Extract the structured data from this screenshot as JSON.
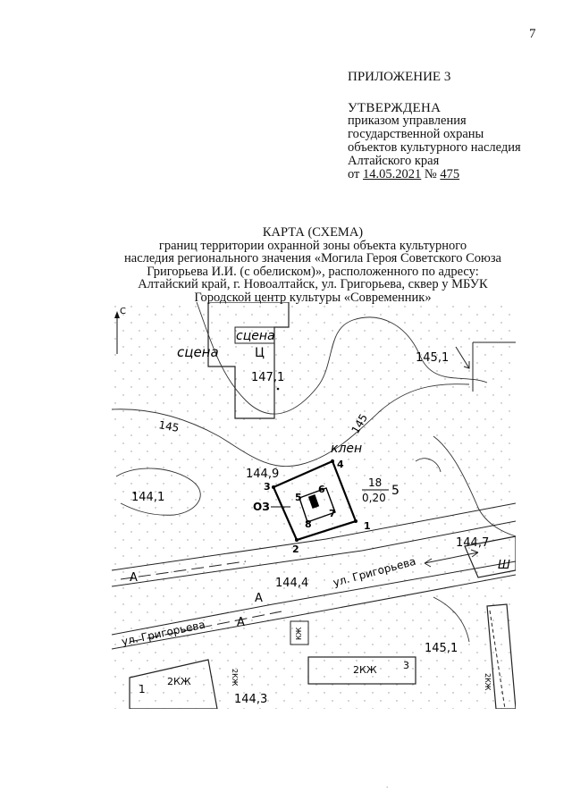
{
  "page": {
    "number": "7"
  },
  "header": {
    "appendix": "ПРИЛОЖЕНИЕ 3",
    "approved": "УТВЕРЖДЕНА",
    "order_lines": [
      "приказом управления",
      "государственной охраны",
      "объектов культурного наследия",
      "Алтайского края"
    ],
    "date_prefix": "от",
    "date": "14.05.2021",
    "number_prefix": "№",
    "number": "475"
  },
  "title": {
    "heading": "КАРТА (СХЕМА)",
    "lines": [
      "границ территории охранной зоны объекта культурного",
      "наследия регионального значения «Могила Героя Советского Союза",
      "Григорьева И.И. (с обелиском)», расположенного по адресу:",
      "Алтайский край, г. Новоалтайск, ул. Григорьева, сквер у МБУК",
      "Городской центр культуры «Современник»"
    ]
  },
  "map": {
    "north": "С",
    "labels": {
      "stage_top": "сцена",
      "stage_left": "сцена",
      "building_code": "Ц",
      "h_147_1": "147,1",
      "h_145_1_top": "145,1",
      "contour_145_left": "145",
      "contour_145_right": "145",
      "maple": "клен",
      "h_144_9": "144,9",
      "h_144_1": "144,1",
      "h_144_7": "144,7",
      "h_144_4": "144,4",
      "h_145_1_bottom": "145,1",
      "h_144_3": "144,3",
      "street_right": "ул. Григорьева",
      "street_left": "ул. Григорьева",
      "zone": "ОЗ",
      "fraction_top": "18",
      "fraction_bottom": "0,20",
      "fraction_index": "5",
      "bld_2kzh_a": "2КЖ",
      "bld_2kzh_b": "2КЖ",
      "bld_2kzh_c": "2КЖ",
      "bld_2kzh_d": "2КЖ",
      "bld_kzh": "КЖ",
      "bld_num_1": "1",
      "bld_num_3": "3",
      "bld_sh": "Ш",
      "a1": "А",
      "a2": "А",
      "a3": "А"
    },
    "points": {
      "p1": "1",
      "p2": "2",
      "p3": "3",
      "p4": "4",
      "p5": "5",
      "p6": "6",
      "p7": "7",
      "p8": "8"
    }
  },
  "footer": {
    "dot": "."
  }
}
